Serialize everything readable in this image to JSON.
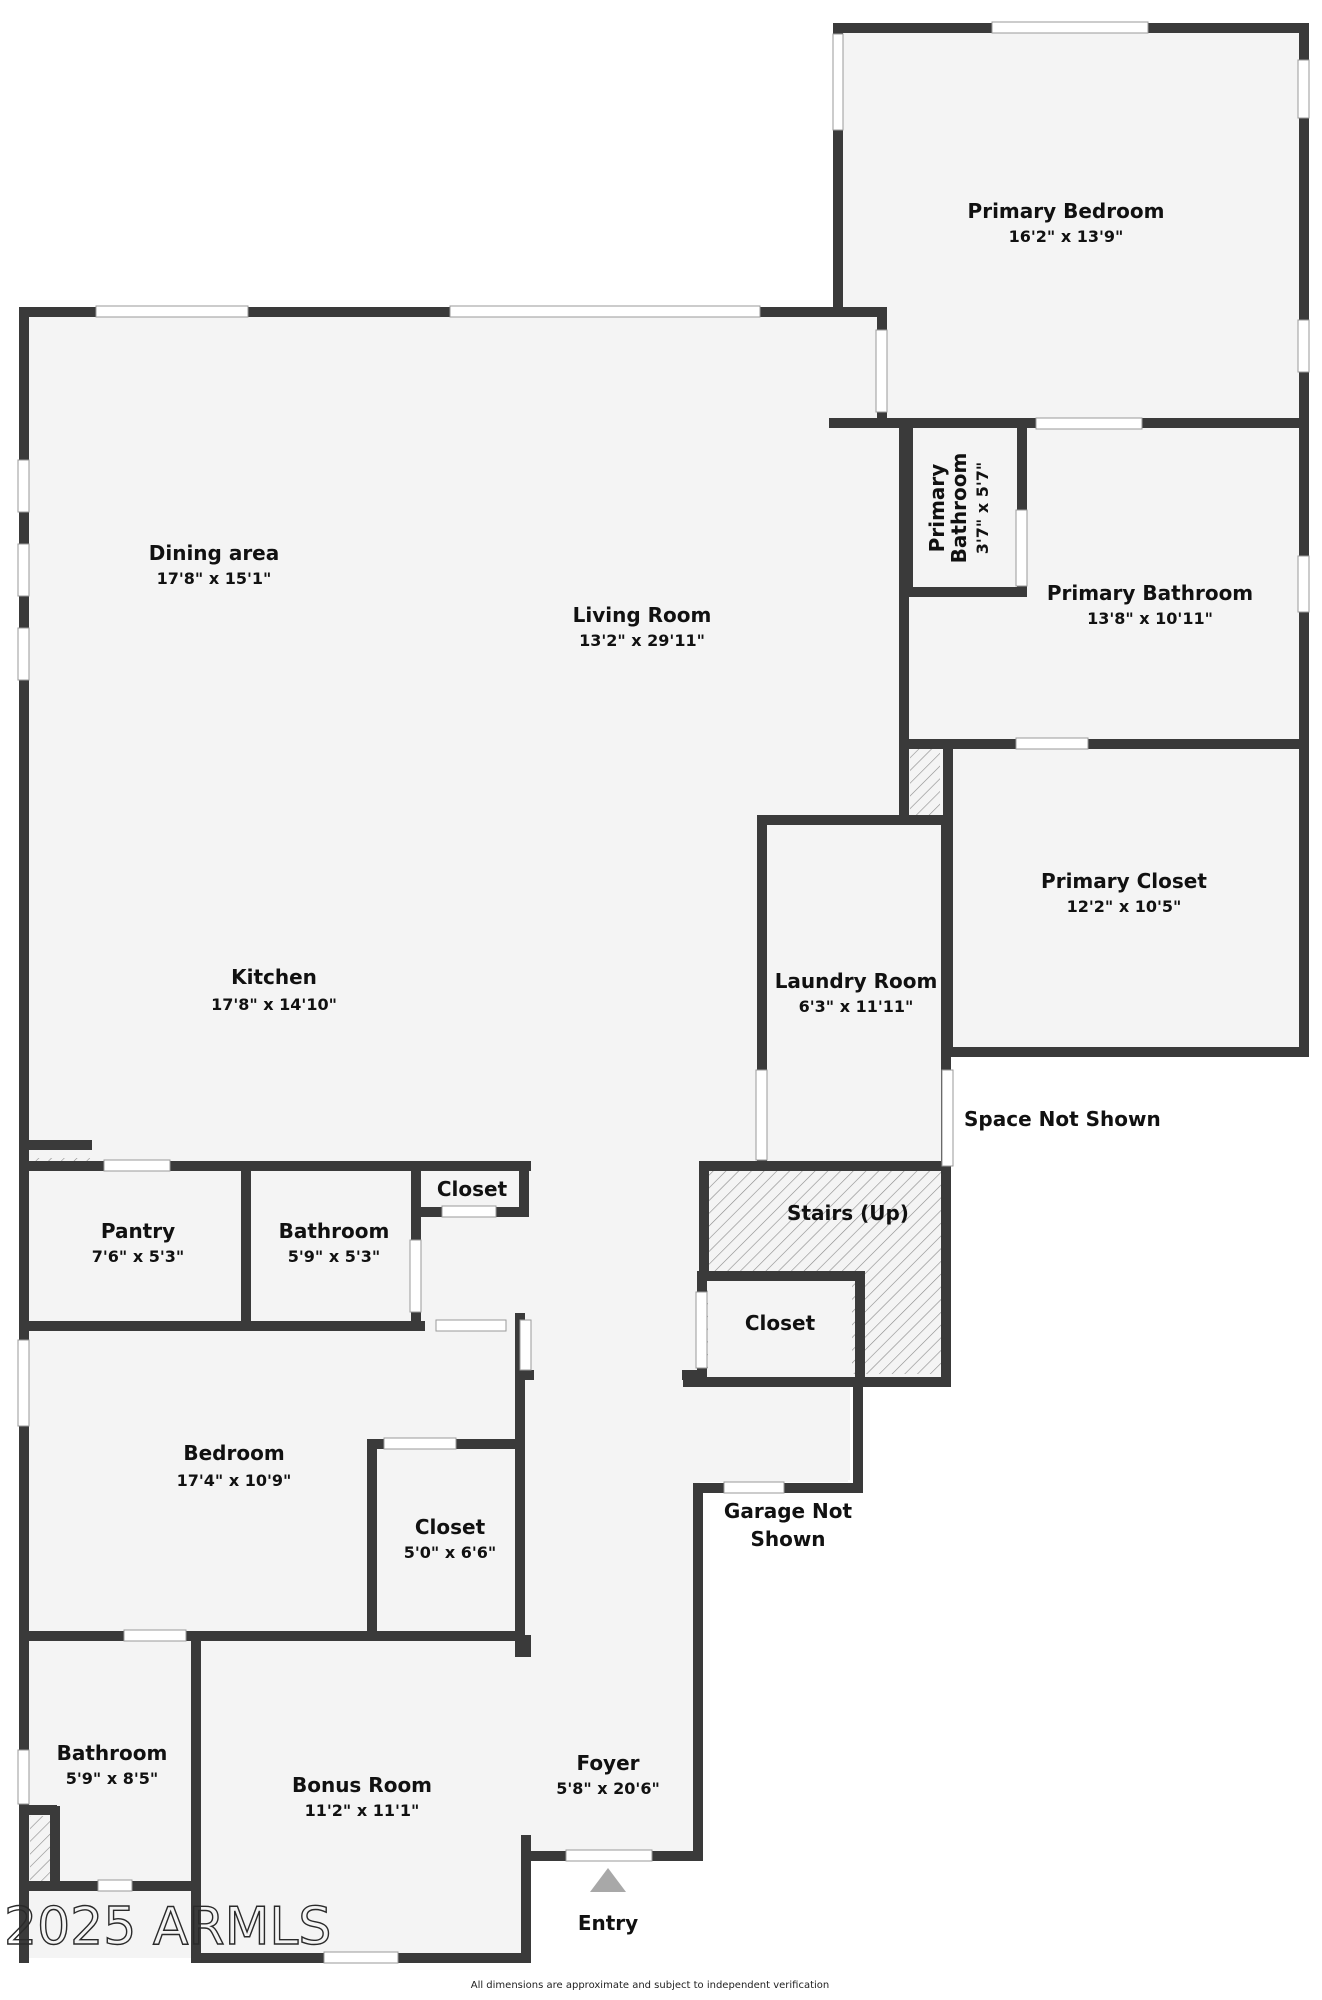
{
  "rooms": {
    "primary_bedroom": {
      "name": "Primary Bedroom",
      "dims": "16'2\" x 13'9\""
    },
    "dining": {
      "name": "Dining area",
      "dims": "17'8\" x 15'1\""
    },
    "living": {
      "name": "Living Room",
      "dims": "13'2\" x 29'11\""
    },
    "primary_bath_small": {
      "name1": "Primary",
      "name2": "Bathroom",
      "dims": "3'7\" x 5'7\""
    },
    "primary_bathroom": {
      "name": "Primary Bathroom",
      "dims": "13'8\" x 10'11\""
    },
    "primary_closet": {
      "name": "Primary Closet",
      "dims": "12'2\" x 10'5\""
    },
    "laundry": {
      "name": "Laundry Room",
      "dims": "6'3\" x 11'11\""
    },
    "kitchen": {
      "name": "Kitchen",
      "dims": "17'8\" x 14'10\""
    },
    "pantry": {
      "name": "Pantry",
      "dims": "7'6\" x 5'3\""
    },
    "bathroom1": {
      "name": "Bathroom",
      "dims": "5'9\" x 5'3\""
    },
    "closet_small": {
      "name": "Closet"
    },
    "stairs": {
      "name": "Stairs (Up)"
    },
    "closet_stairs": {
      "name": "Closet"
    },
    "bedroom": {
      "name": "Bedroom",
      "dims": "17'4\" x 10'9\""
    },
    "closet_bedroom": {
      "name": "Closet",
      "dims": "5'0\" x 6'6\""
    },
    "bathroom2": {
      "name": "Bathroom",
      "dims": "5'9\" x 8'5\""
    },
    "bonus": {
      "name": "Bonus Room",
      "dims": "11'2\" x 11'1\""
    },
    "foyer": {
      "name": "Foyer",
      "dims": "5'8\" x 20'6\""
    }
  },
  "notes": {
    "space_not_shown": "Space Not Shown",
    "garage_line1": "Garage Not",
    "garage_line2": "Shown",
    "entry": "Entry",
    "watermark": "2025 ARMLS",
    "disclaimer": "All dimensions are approximate and subject to independent verification"
  },
  "colors": {
    "wall": "#3a3a3a",
    "floor": "#f4f4f4",
    "window": "#ffffff",
    "entry_arrow": "#a8a8a8"
  }
}
